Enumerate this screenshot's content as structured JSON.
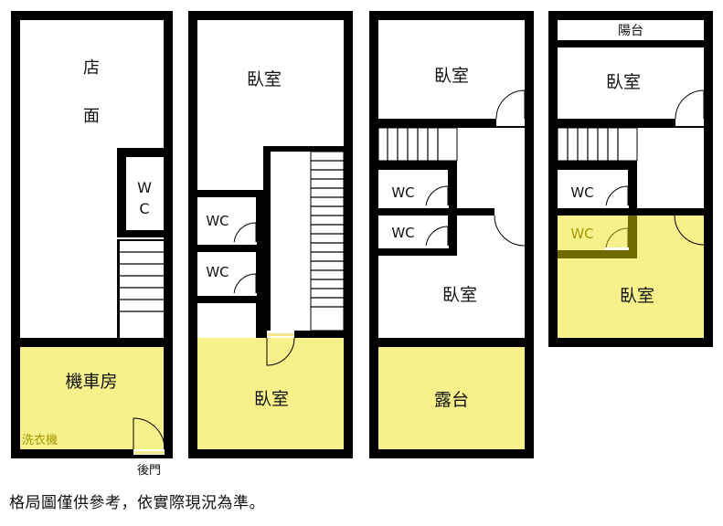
{
  "floors": [
    {
      "rooms": {
        "shop": "店\n面",
        "wc": "W\nC",
        "garage": "機車房",
        "laundry": "洗衣機",
        "back_door": "後門"
      }
    },
    {
      "rooms": {
        "bedroom_top": "臥室",
        "wc_upper": "WC",
        "wc_lower": "WC",
        "bedroom_bottom": "臥室"
      }
    },
    {
      "rooms": {
        "bedroom_top": "臥室",
        "wc_upper": "WC",
        "wc_lower": "WC",
        "bedroom_middle": "臥室",
        "terrace": "露台"
      }
    },
    {
      "rooms": {
        "balcony": "陽台",
        "bedroom_top": "臥室",
        "wc_upper": "WC",
        "wc_lower": "WC",
        "bedroom_bottom": "臥室"
      }
    }
  ],
  "colors": {
    "wall": "#000000",
    "highlight": "#f7f18c",
    "door_sill": "#f2ea8a",
    "highlight_wall": "#6e6a00"
  },
  "disclaimer": "格局圖僅供參考，依實際現況為準。"
}
